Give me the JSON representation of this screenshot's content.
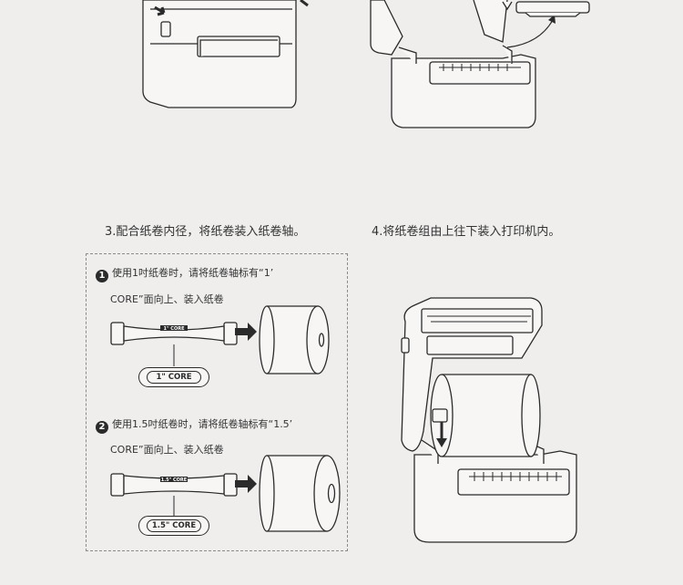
{
  "steps": {
    "step3": "3.配合纸卷内径，将纸卷装入纸卷轴。",
    "step4": "4.将纸卷组由上往下装入打印机内。"
  },
  "option1": {
    "number": "1",
    "line1": "使用1吋纸卷时，请将纸卷轴标有“1’",
    "line2": "CORE”面向上、装入纸卷",
    "core_tag": "1\" CORE",
    "spindle_tag": "1\" CORE"
  },
  "option2": {
    "number": "2",
    "line1": "使用1.5吋纸卷时，请将纸卷轴标有“1.5’",
    "line2": "CORE”面向上、装入纸卷",
    "core_tag": "1.5\" CORE",
    "spindle_tag": "1.5\" CORE"
  },
  "colors": {
    "background": "#efeeed",
    "line": "#2b2b2b",
    "box_border": "#8a8a8a"
  }
}
